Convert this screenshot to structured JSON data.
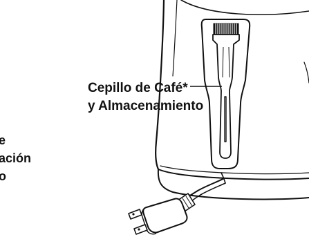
{
  "callouts": {
    "brush_storage": {
      "line1": "Cepillo de Café*",
      "line2": "y Almacenamiento"
    },
    "cord_storage_partial": {
      "line1": "e",
      "line2": "ación",
      "line3": "o"
    }
  },
  "colors": {
    "ink": "#111111",
    "background": "#ffffff",
    "appliance_fill": "#ffffff"
  }
}
